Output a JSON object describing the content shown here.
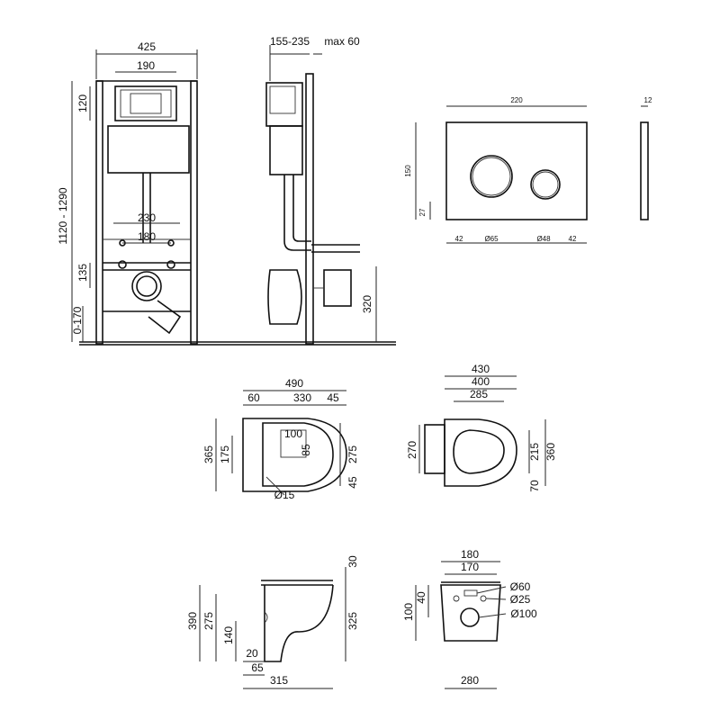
{
  "views": {
    "frame_front": {
      "dims": {
        "width": "425",
        "plate_width": "190",
        "plate_height": "120",
        "total_height": "1120 - 1290",
        "stud_spacing_outer": "230",
        "stud_spacing_inner": "180",
        "outlet_height": "135",
        "foot_height": "0-170"
      }
    },
    "frame_side": {
      "dims": {
        "depth": "155-235",
        "max_offset": "max 60",
        "outlet_center": "320"
      }
    },
    "flush_plate": {
      "dims": {
        "width": "220",
        "height": "150",
        "thickness": "12",
        "bottom": "27",
        "left_margin": "42",
        "big_button": "Ø65",
        "small_button": "Ø48",
        "right_margin": "42"
      }
    },
    "bowl_top": {
      "dims": {
        "length": "490",
        "rear": "60",
        "inner": "330",
        "front": "45",
        "width": "365",
        "mount_spacing": "175",
        "hole_w": "100",
        "hole_h": "85",
        "inner_width": "275",
        "offset": "45",
        "hole_dia": "Ø15"
      }
    },
    "seat_top": {
      "dims": {
        "length": "430",
        "mid": "400",
        "inner": "285",
        "back_height": "270",
        "inner_width": "215",
        "width": "360",
        "rear_gap": "70"
      }
    },
    "bowl_side": {
      "dims": {
        "seat_thickness": "30",
        "height": "390",
        "rim": "275",
        "outlet": "140",
        "total": "325",
        "bottom_gap": "20",
        "outlet_x": "65",
        "length": "315"
      }
    },
    "bowl_rear": {
      "dims": {
        "width_top": "180",
        "inner": "170",
        "outlet_height": "100",
        "stud_offset": "40",
        "flush_dia": "Ø60",
        "stud_dia": "Ø25",
        "drain_dia": "Ø100",
        "width": "280"
      }
    }
  }
}
